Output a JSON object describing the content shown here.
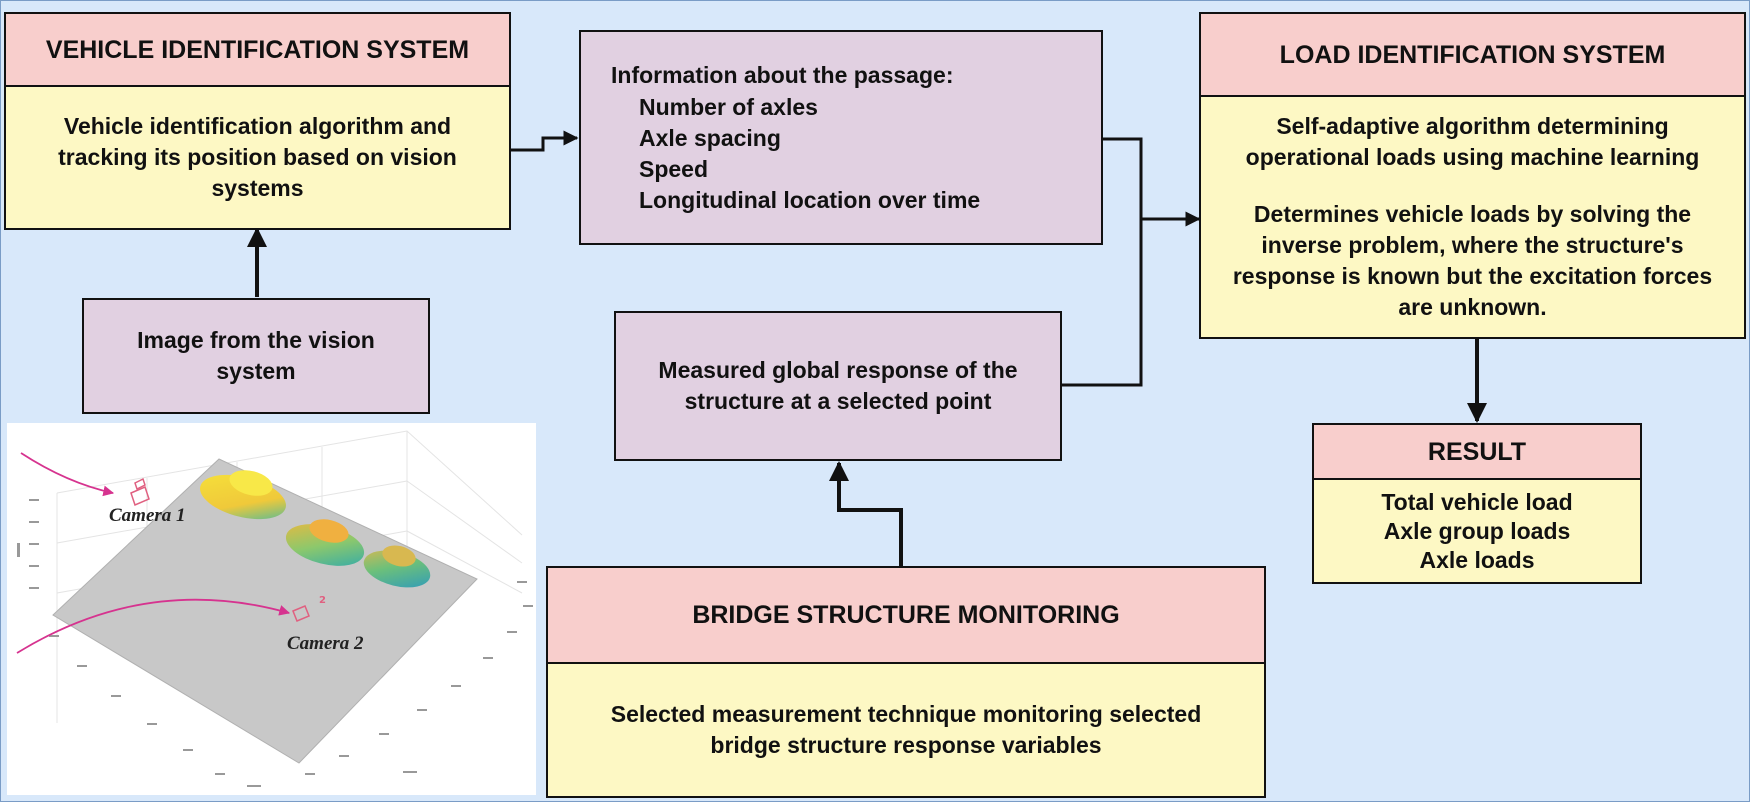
{
  "vehicle_id": {
    "header": "VEHICLE IDENTIFICATION SYSTEM",
    "body": "Vehicle identification algorithm and tracking its position based on vision systems"
  },
  "image_box": {
    "text": "Image from the vision system"
  },
  "passage": {
    "lead": "Information about the passage:",
    "items": [
      "Number of axles",
      "Axle spacing",
      "Speed",
      "Longitudinal location over time"
    ]
  },
  "load_id": {
    "header": "LOAD IDENTIFICATION SYSTEM",
    "para1": "Self-adaptive algorithm determining operational loads using machine learning",
    "para2": "Determines vehicle loads by solving the inverse problem, where the structure's response is known but the excitation forces are unknown."
  },
  "response_box": {
    "text": "Measured global response of the structure at a selected point"
  },
  "bridge": {
    "header": "BRIDGE STRUCTURE MONITORING",
    "body": "Selected measurement technique monitoring selected bridge structure response variables"
  },
  "result": {
    "header": "RESULT",
    "items": [
      "Total vehicle load",
      "Axle group loads",
      "Axle loads"
    ]
  },
  "scene": {
    "camera1": "Camera 1",
    "camera2": "Camera 2",
    "camera2_marker": "2"
  },
  "colors": {
    "background": "#d8e8fa",
    "header": "#f8cecc",
    "body": "#fdf8c4",
    "process": "#e1d0e1",
    "arrow": "#111111",
    "camera_arrow": "#d6338f"
  }
}
